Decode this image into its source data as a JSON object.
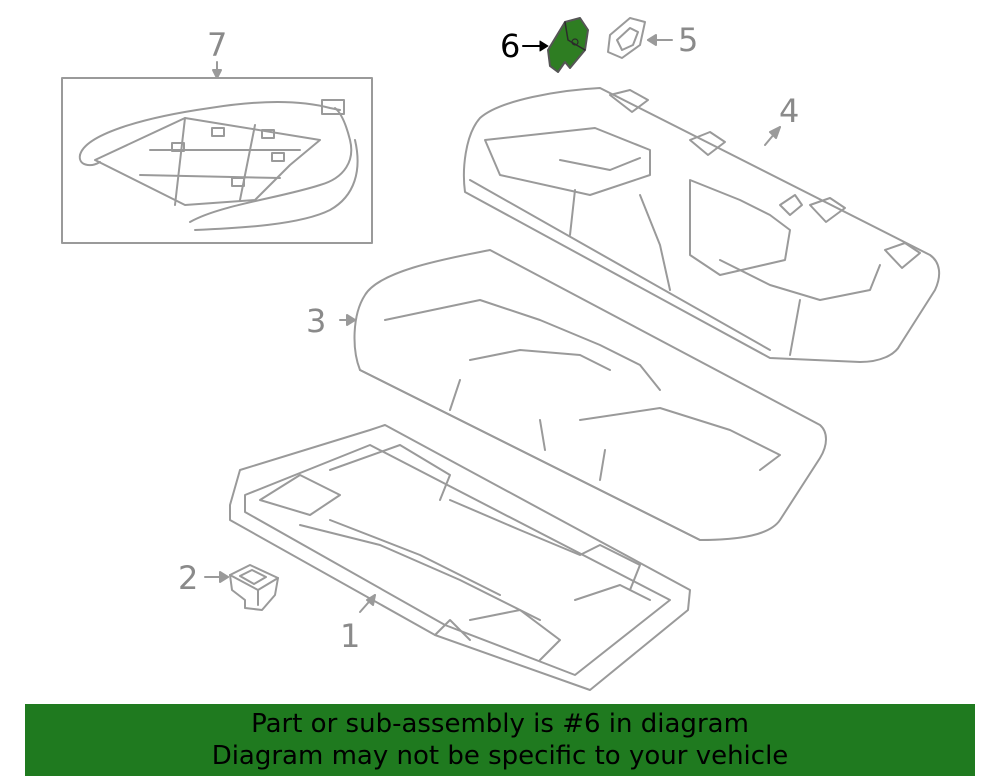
{
  "callouts": {
    "c1": "1",
    "c2": "2",
    "c3": "3",
    "c4": "4",
    "c5": "5",
    "c6": "6",
    "c7": "7"
  },
  "highlight_part": "6",
  "colors": {
    "line": "#9a9a9a",
    "highlight": "#2e7d22",
    "banner": "#1f7a1f"
  },
  "banner": {
    "line1": "Part or sub-assembly is #6 in diagram",
    "line2": "Diagram may not be specific to your vehicle"
  }
}
